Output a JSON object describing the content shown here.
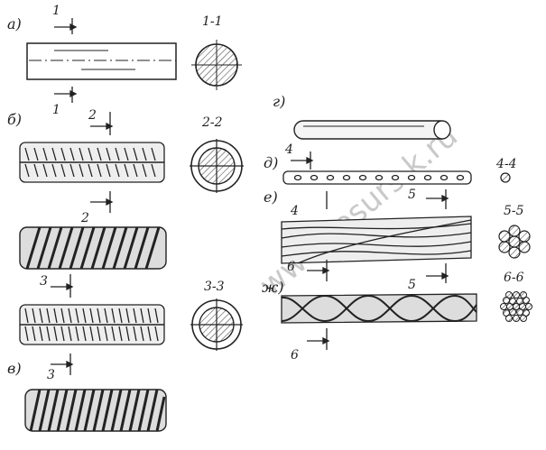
{
  "labels": {
    "a": "а)",
    "b": "б)",
    "v": "в)",
    "g": "г)",
    "d": "д)",
    "e": "е)",
    "zh": "ж)"
  },
  "sections": {
    "s1": "1-1",
    "s2": "2-2",
    "s3": "3-3",
    "s4": "4-4",
    "s5": "5-5",
    "s6": "6-6"
  },
  "cuts": {
    "c1": "1",
    "c2": "2",
    "c3": "3",
    "c4": "4",
    "c5": "5",
    "c6": "6"
  },
  "watermark": "www.resurs.k.ru",
  "colors": {
    "ink": "#222222",
    "watermark": "#c8c8c8"
  }
}
